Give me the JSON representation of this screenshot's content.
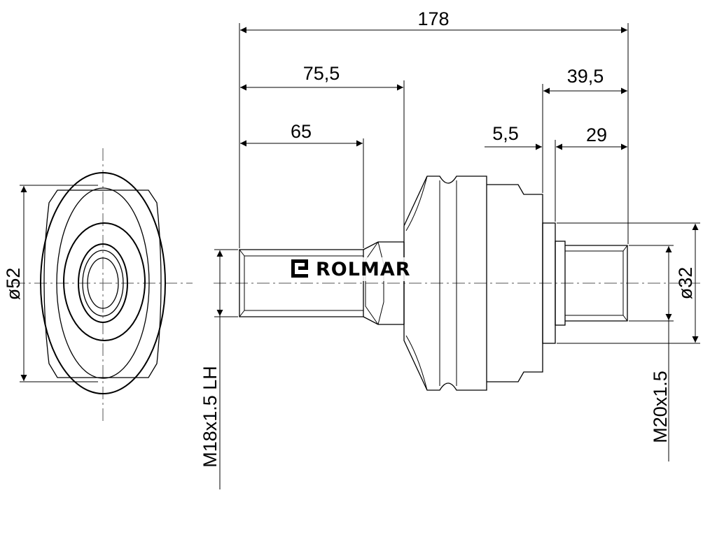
{
  "dimensions": {
    "overall_length": "178",
    "left_shank_length": "75,5",
    "left_thread_length": "65",
    "right_shank_length": "39,5",
    "collar_width": "5,5",
    "right_thread_length": "29",
    "housing_diameter": "ø52",
    "collar_diameter": "ø32",
    "left_thread_spec": "M18x1.5 LH",
    "right_thread_spec": "M20x1.5"
  },
  "watermark": {
    "brand": "ROLMAR"
  }
}
